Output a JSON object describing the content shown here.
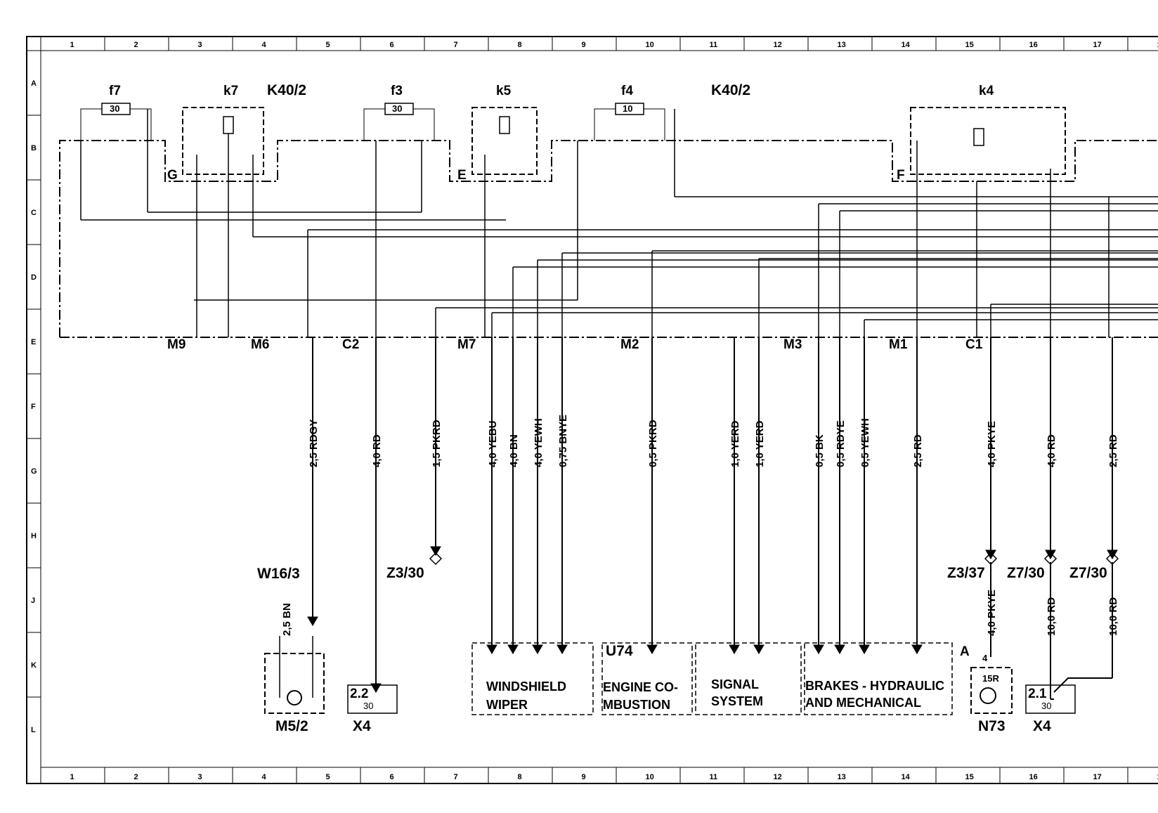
{
  "grid": {
    "cols": [
      "1",
      "2",
      "3",
      "4",
      "5",
      "6",
      "7",
      "8",
      "9",
      "10",
      "11",
      "12",
      "13",
      "14",
      "15",
      "16",
      "17",
      "1"
    ],
    "rows": [
      "A",
      "B",
      "C",
      "D",
      "E",
      "F",
      "G",
      "H",
      "J",
      "K",
      "L"
    ]
  },
  "modules": {
    "k40_left": "K40/2",
    "k40_right": "K40/2",
    "f7": "f7",
    "f7_val": "30",
    "k7": "k7",
    "f3": "f3",
    "f3_val": "30",
    "k5": "k5",
    "f4": "f4",
    "f4_val": "10",
    "k4": "k4",
    "conn_G": "G",
    "conn_E": "E",
    "conn_F": "F"
  },
  "connectors": {
    "M9": "M9",
    "M6": "M6",
    "C2": "C2",
    "M7": "M7",
    "M2": "M2",
    "M3": "M3",
    "M1": "M1",
    "C1": "C1"
  },
  "wires": [
    {
      "id": "w1",
      "label": "2,5 RDGY"
    },
    {
      "id": "w2",
      "label": "4,0 RD"
    },
    {
      "id": "w3",
      "label": "1,5 PKRD"
    },
    {
      "id": "w4",
      "label": "4,0 YEBU"
    },
    {
      "id": "w5",
      "label": "4,0 BN"
    },
    {
      "id": "w6",
      "label": "4,0 YEWH"
    },
    {
      "id": "w7",
      "label": "0,75 BNYE"
    },
    {
      "id": "w8",
      "label": "0,5 PKRD"
    },
    {
      "id": "w9",
      "label": "1,0 YERD"
    },
    {
      "id": "w10",
      "label": "1,0 YERD"
    },
    {
      "id": "w11",
      "label": "0,5 BK"
    },
    {
      "id": "w12",
      "label": "0,5 RDYE"
    },
    {
      "id": "w13",
      "label": "0,5 YEWH"
    },
    {
      "id": "w14",
      "label": "2,5 RD"
    },
    {
      "id": "w15",
      "label": "4,0 PKYE"
    },
    {
      "id": "w16",
      "label": "4,0 RD"
    },
    {
      "id": "w17",
      "label": "2,5 RD"
    },
    {
      "id": "w18",
      "label": "2,5 BN"
    },
    {
      "id": "w19",
      "label": "4,0 PKYE"
    },
    {
      "id": "w20",
      "label": "10,0 RD"
    },
    {
      "id": "w21",
      "label": "10,0 RD"
    }
  ],
  "components": {
    "w16_3": "W16/3",
    "z3_30": "Z3/30",
    "z3_37": "Z3/37",
    "z7_30_a": "Z7/30",
    "z7_30_b": "Z7/30",
    "m5_2": "M5/2",
    "x4_a": "X4",
    "x4_b": "X4",
    "n73": "N73",
    "u74": "U74",
    "x4a_pin": "2.2",
    "x4a_sub": "30",
    "x4b_pin": "2.1",
    "x4b_sub": "30",
    "n73_val": "15R",
    "n73_pin": "4",
    "n73_A": "A"
  },
  "boxes": {
    "wiper_l1": "WINDSHIELD",
    "wiper_l2": "WIPER",
    "engine_l1": "ENGINE CO-",
    "engine_l2": "MBUSTION",
    "signal_l1": "SIGNAL",
    "signal_l2": "SYSTEM",
    "brakes_l1": "BRAKES - HYDRAULIC",
    "brakes_l2": "AND MECHANICAL"
  }
}
